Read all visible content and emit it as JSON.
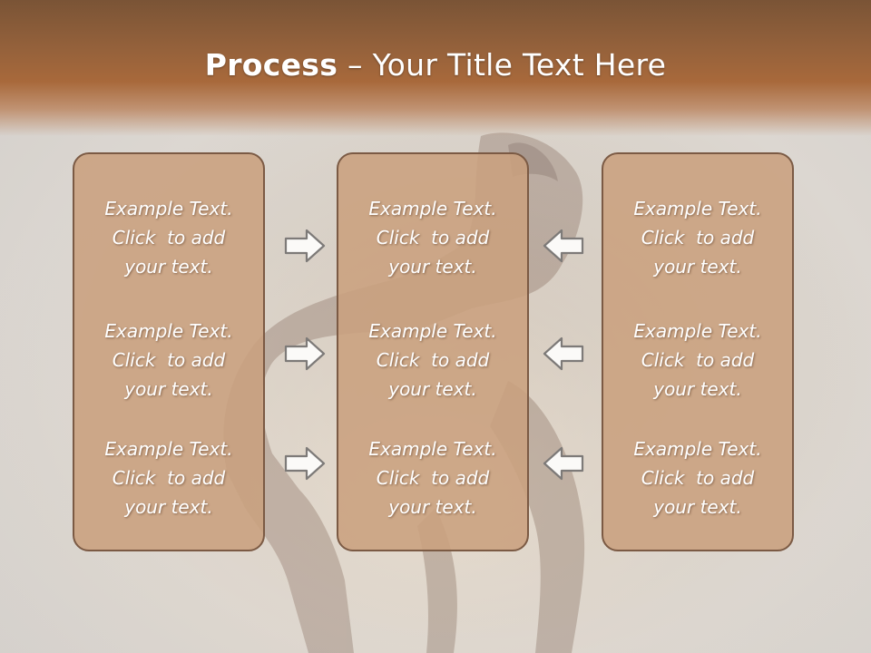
{
  "slide": {
    "title_bold": "Process",
    "title_sep": " – ",
    "title_rest": "Your Title Text Here"
  },
  "columns": [
    {
      "items": [
        {
          "line1": "Example Text.",
          "line2": "Click  to add",
          "line3": "your text."
        },
        {
          "line1": "Example Text.",
          "line2": "Click  to add",
          "line3": "your text."
        },
        {
          "line1": "Example Text.",
          "line2": "Click  to add",
          "line3": "your text."
        }
      ]
    },
    {
      "items": [
        {
          "line1": "Example Text.",
          "line2": "Click  to add",
          "line3": "your text."
        },
        {
          "line1": "Example Text.",
          "line2": "Click  to add",
          "line3": "your text."
        },
        {
          "line1": "Example Text.",
          "line2": "Click  to add",
          "line3": "your text."
        }
      ]
    },
    {
      "items": [
        {
          "line1": "Example Text.",
          "line2": "Click  to add",
          "line3": "your text."
        },
        {
          "line1": "Example Text.",
          "line2": "Click  to add",
          "line3": "your text."
        },
        {
          "line1": "Example Text.",
          "line2": "Click  to add",
          "line3": "your text."
        }
      ]
    }
  ],
  "icons": {
    "left_arrows": "arrow-right-icon",
    "right_arrows": "arrow-left-icon"
  },
  "colors": {
    "header": "#a8693b",
    "panel_fill": "#c9a07e",
    "panel_border": "#7b5a44",
    "text": "#ffffff"
  }
}
